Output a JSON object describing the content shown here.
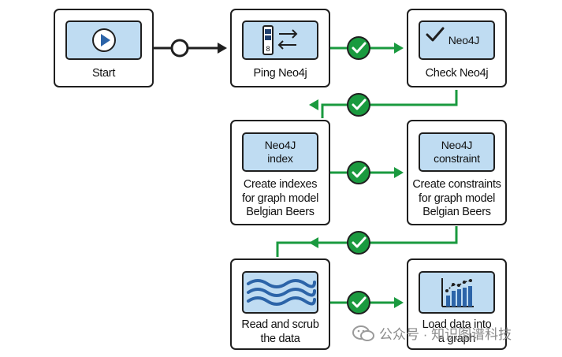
{
  "colors": {
    "accent": "#1a9a3f",
    "box_fill": "#bfdcf2",
    "outline": "#1f1f1f",
    "icon_blue": "#2c64a8"
  },
  "nodes": {
    "start": {
      "label": "Start",
      "icon": "play-icon"
    },
    "ping": {
      "label": "Ping Neo4j",
      "icon": "database-transfer-icon",
      "icon_text": "8"
    },
    "check": {
      "label": "Check Neo4j",
      "inner_text": "Neo4J",
      "icon": "checkmark-icon"
    },
    "index": {
      "inner_text": "Neo4J\nindex",
      "label": "Create indexes\nfor graph model\nBelgian Beers"
    },
    "constraint": {
      "inner_text": "Neo4J\nconstraint",
      "label": "Create constraints\nfor graph model\nBelgian Beers"
    },
    "scrub": {
      "label": "Read and scrub\nthe data",
      "icon": "data-waves-icon"
    },
    "load": {
      "label": "Load data into\na graph",
      "icon": "bar-chart-icon"
    }
  },
  "watermark": {
    "text": "公众号 · 知识图谱科技",
    "icon": "wechat-icon"
  }
}
